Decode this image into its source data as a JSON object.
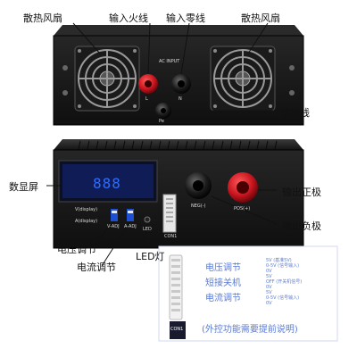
{
  "labels": {
    "fan_left": "散热风扇",
    "live_in": "输入火线",
    "neutral_in": "输入零线",
    "fan_right": "散热风扇",
    "ground": "接地线",
    "display": "数显屏",
    "out_pos": "输出正极",
    "out_neg": "输出负极",
    "volt_adj": "电压调节",
    "curr_adj": "电流调节",
    "led": "LED灯"
  },
  "panel_text": {
    "ac_input": "AC INPUT",
    "l": "L",
    "n": "N",
    "pe": "Pe",
    "v_display": "V(display)",
    "a_display": "A(display)",
    "v_adj": "V-ADJ",
    "a_adj": "A-ADJ",
    "led": "LED",
    "con1": "CON1",
    "neg": "NEG(-)",
    "pos": "POS(+)",
    "display_digits": "888"
  },
  "inset": {
    "rows": [
      "电压调节",
      "短接关机",
      "电流调节"
    ],
    "notes": [
      "5V (基准5V)",
      "0-5V (信号输入)",
      "0V",
      "5V",
      "OFF (开关机信号)",
      "0V",
      "5V",
      "0-5V (信号输入)",
      "0V"
    ],
    "con_label": "CON1",
    "footer": "(外控功能需要提前说明)"
  },
  "colors": {
    "accent_blue": "#5a7bd6",
    "chassis": "#1b1b1b",
    "pos_red": "#c8141e",
    "neg_black": "#0e0e0e"
  }
}
